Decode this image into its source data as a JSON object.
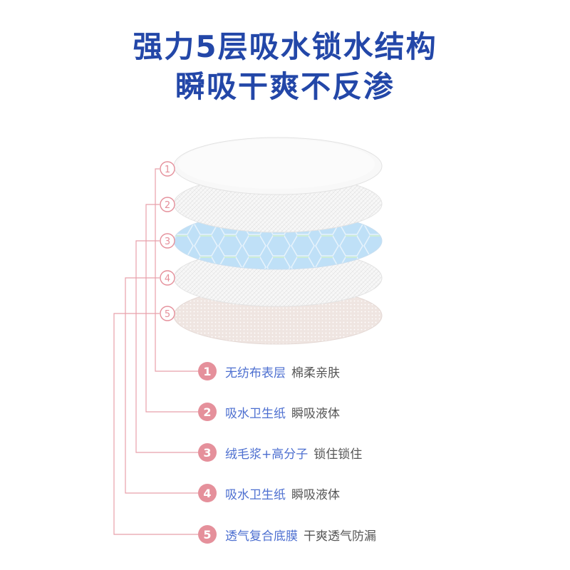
{
  "title": {
    "line1": "强力5层吸水锁水结构",
    "line2": "瞬吸干爽不反渗"
  },
  "layers": [
    {
      "num": "1",
      "name": "无纺布表层",
      "desc": "棉柔亲肤"
    },
    {
      "num": "2",
      "name": "吸水卫生纸",
      "desc": "瞬吸液体"
    },
    {
      "num": "3",
      "name": "绒毛浆+高分子",
      "desc": "锁住锁住"
    },
    {
      "num": "4",
      "name": "吸水卫生纸",
      "desc": "瞬吸液体"
    },
    {
      "num": "5",
      "name": "透气复合底膜",
      "desc": "干爽透气防漏"
    }
  ],
  "colors": {
    "title": "#2347a8",
    "badge": "#e5909b",
    "connector": "#e8a0aa",
    "layer_name": "#4d6fd0",
    "layer_desc": "#555555",
    "layer_blue": "#b9dcf5",
    "layer_beige": "#efe6e2"
  }
}
